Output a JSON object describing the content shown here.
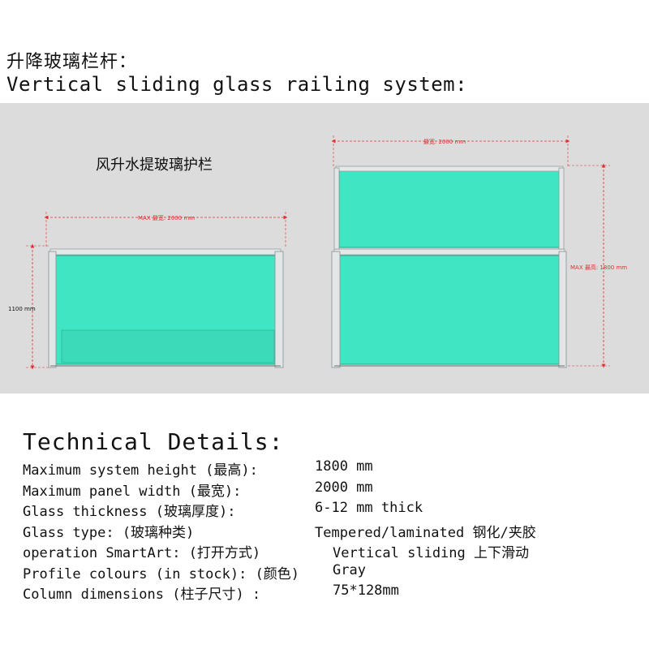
{
  "header": {
    "title_cn": "升降玻璃栏杆：",
    "title_en": "Vertical sliding glass railing system:"
  },
  "diagram": {
    "left_caption": "风升水提玻璃护栏",
    "left_width_label": "MAX 最宽: 2000 mm",
    "left_height_label": "1100 mm",
    "right_width_label": "最宽: 2000 mm",
    "right_height_label": "MAX 最高: 1800 mm",
    "colors": {
      "glass": "#40e6c4",
      "frame": "#d8dcdc",
      "dimension": "#e03030",
      "background": "#dcdcdc"
    }
  },
  "tech": {
    "title": "Technical Details:",
    "rows": [
      {
        "label": "Maximum system height (最高):",
        "value": "1800 mm"
      },
      {
        "label": "Maximum panel width (最宽):",
        "value": "2000 mm"
      },
      {
        "label": "Glass thickness (玻璃厚度):",
        "value": "6-12 mm thick"
      },
      {
        "label": "Glass type: (玻璃种类)",
        "value": "Tempered/laminated 钢化/夹胶"
      },
      {
        "label": "operation SmartArt: (打开方式)",
        "value": "Vertical sliding 上下滑动"
      },
      {
        "label": "Profile colours (in stock): (颜色)",
        "value": "Gray"
      },
      {
        "label": "Column dimensions (柱子尺寸) :",
        "value": "75*128mm"
      }
    ]
  }
}
